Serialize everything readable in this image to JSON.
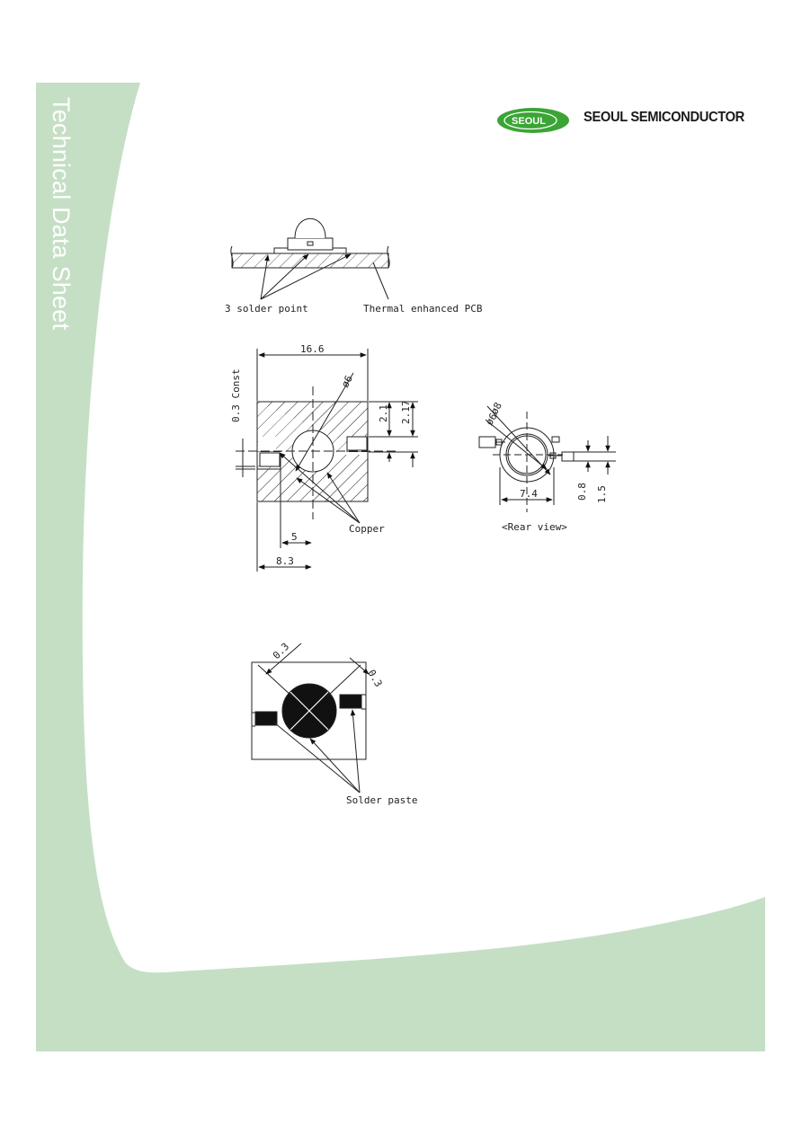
{
  "sidebar": {
    "title": "Technical Data Sheet"
  },
  "header": {
    "logo_text": "SEOUL",
    "company_name": "SEOUL SEMICONDUCTOR"
  },
  "figures": {
    "side_view": {
      "label_left": "3 solder point",
      "label_right": "Thermal enhanced PCB"
    },
    "pcb_layout": {
      "width": "16.6",
      "hole_dia": "ø6",
      "const": "0.3 Const",
      "dim_a": "2.1",
      "dim_b": "2.17",
      "dim_5": "5",
      "dim_83": "8.3",
      "label": "Copper"
    },
    "rear_view": {
      "dia8": "ø8",
      "dia6": "ø6",
      "dim_74": "7.4",
      "dim_08": "0.8",
      "dim_15": "1.5",
      "label": "<Rear view>"
    },
    "stencil": {
      "dim1": "0.3",
      "dim2": "0.3",
      "label": "Solder paste"
    }
  },
  "colors": {
    "sidebar_green": "#c5dfc5",
    "logo_green": "#3aa535"
  }
}
